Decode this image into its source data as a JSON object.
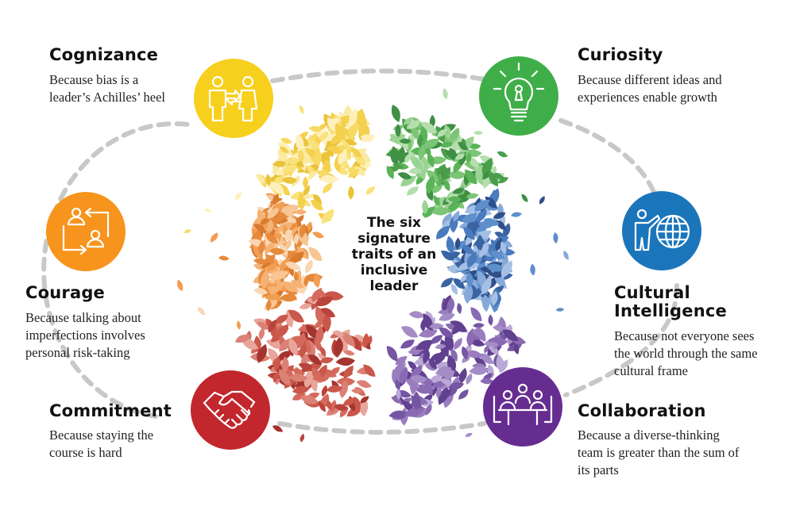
{
  "center": {
    "lines": [
      "The six",
      "signature",
      "traits of an",
      "inclusive",
      "leader"
    ]
  },
  "traits": [
    {
      "key": "cognizance",
      "title": [
        "Cognizance"
      ],
      "description": [
        "Because bias is a",
        "leader’s Achilles’ heel"
      ],
      "color": "#F7CF1D",
      "icon": "people-exchange-icon"
    },
    {
      "key": "curiosity",
      "title": [
        "Curiosity"
      ],
      "description": [
        "Because different ideas and",
        "experiences enable growth"
      ],
      "color": "#3FAE49",
      "icon": "lightbulb-keyhole-icon"
    },
    {
      "key": "courage",
      "title": [
        "Courage"
      ],
      "description": [
        "Because talking about",
        "imperfections involves",
        "personal risk-taking"
      ],
      "color": "#F7941D",
      "icon": "people-cycle-icon"
    },
    {
      "key": "cultural-intelligence",
      "title": [
        "Cultural",
        "Intelligence"
      ],
      "description": [
        "Because not everyone sees",
        "the world through the same",
        "cultural frame"
      ],
      "color": "#1B75BB",
      "icon": "person-globe-icon"
    },
    {
      "key": "commitment",
      "title": [
        "Commitment"
      ],
      "description": [
        "Because staying the",
        "course is hard"
      ],
      "color": "#C1272D",
      "icon": "handshake-icon"
    },
    {
      "key": "collaboration",
      "title": [
        "Collaboration"
      ],
      "description": [
        "Because a diverse-thinking",
        "team is greater than the sum of",
        "its parts"
      ],
      "color": "#662D91",
      "icon": "team-meeting-icon"
    }
  ],
  "mosaic_colors": {
    "cognizance": [
      "#F9E27A",
      "#F4D04E",
      "#FBEAA4",
      "#E9C43B",
      "#F7DA63",
      "#FFF0BB"
    ],
    "curiosity": [
      "#7CC576",
      "#5BB357",
      "#9BD393",
      "#4A9E4B",
      "#B5DEAE",
      "#3F8F45"
    ],
    "courage": [
      "#F6B274",
      "#F29E52",
      "#F8C695",
      "#E58A3C",
      "#FAD6B1",
      "#D97B2E"
    ],
    "cultural-intelligence": [
      "#5E8FCB",
      "#4A7BBE",
      "#86A9D9",
      "#3A63A4",
      "#A5C0E4",
      "#2E4F8A"
    ],
    "commitment": [
      "#C9574A",
      "#B8443C",
      "#DC8175",
      "#A5342F",
      "#E9A59A",
      "#D46A5C"
    ],
    "collaboration": [
      "#8A6AB3",
      "#7556A2",
      "#A48CC6",
      "#60408F",
      "#BBA8D6",
      "#9A7DBE"
    ]
  }
}
